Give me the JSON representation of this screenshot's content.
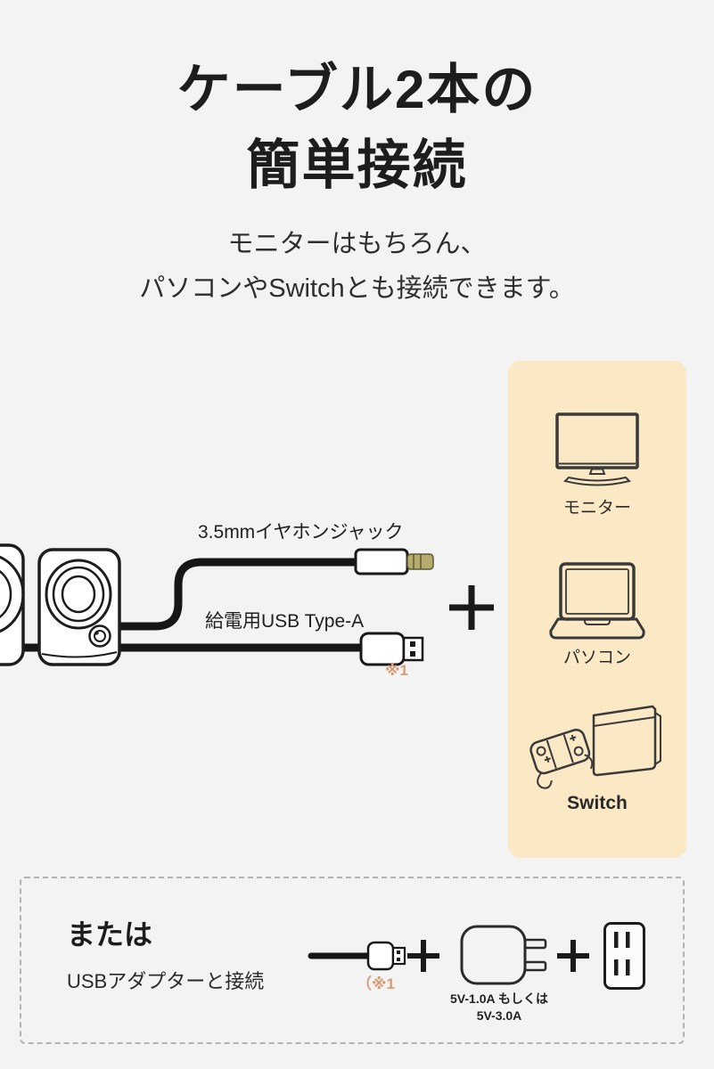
{
  "colors": {
    "background": "#f3f3f4",
    "panel_bg": "#fbe8c5",
    "accent_orange": "#d79b72",
    "ink": "#1d1d1d",
    "jack_tip_gold": "#b6ac6d"
  },
  "header": {
    "title_line1": "ケーブル2本の",
    "title_line2": "簡単接続",
    "subtitle_line1": "モニターはもちろん、",
    "subtitle_line2": "パソコンやSwitchとも接続できます。"
  },
  "diagram": {
    "earphone_cable_label": "3.5mmイヤホンジャック",
    "usb_cable_label": "給電用USB Type-A",
    "usb_footnote": "※1",
    "plus_sign": "+",
    "icons": {
      "speakers": "speakers-illustration",
      "earphone_plug": "3.5mm-plug-icon",
      "usb_plug": "usb-type-a-plug-icon"
    },
    "devices": [
      {
        "label": "モニター",
        "icon": "monitor-icon"
      },
      {
        "label": "パソコン",
        "icon": "laptop-icon"
      },
      {
        "label": "Switch",
        "icon": "switch-icon"
      }
    ]
  },
  "alt_connection": {
    "heading": "または",
    "description": "USBアダプターと接続",
    "cable_footnote": "（※1",
    "plus_sign": "+",
    "adapter_spec_line1": "5V-1.0A もしくは",
    "adapter_spec_line2": "5V-3.0A",
    "icons": {
      "cable": "usb-cable-icon",
      "adapter": "usb-power-adapter-icon",
      "outlet": "wall-outlet-icon"
    }
  }
}
